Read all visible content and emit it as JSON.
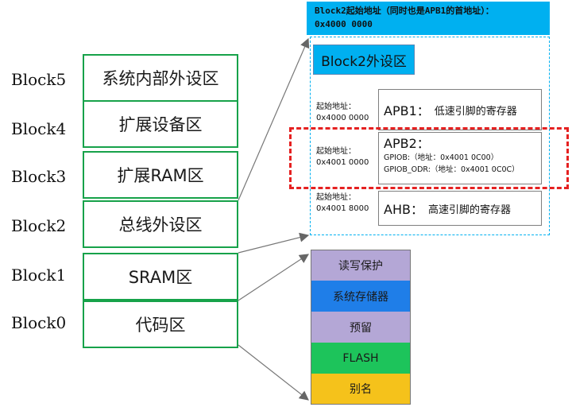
{
  "left_labels": [
    "Block5",
    "Block4",
    "Block3",
    "Block2",
    "Block1",
    "Block0"
  ],
  "memory_map": [
    "系统内部外设区",
    "扩展设备区",
    "扩展RAM区",
    "总线外设区",
    "SRAM区",
    "代码区"
  ],
  "header": {
    "line1": "Block2起始地址（同时也是APB1的首地址）：",
    "line2": "0x4000 0000"
  },
  "block2_title": "Block2外设区",
  "apb1": {
    "addr_label": "起始地址：",
    "addr_value": "0x4000 0000",
    "title": "APB1：",
    "desc": "低速引脚的寄存器"
  },
  "apb2": {
    "addr_label": "起始地址：",
    "addr_value": "0x4001 0000",
    "title": "APB2：",
    "line1": "GPIOB:（地址：0x4001 0C00）",
    "line2": "GPIOB_ODR:（地址：0x4001 0C0C）"
  },
  "ahb": {
    "addr_label": "起始地址：",
    "addr_value": "0x4001 8000",
    "title": "AHB：",
    "desc": "高速引脚的寄存器"
  },
  "code_stack": [
    {
      "label": "读写保护",
      "color": "#b4a7d6"
    },
    {
      "label": "系统存储器",
      "color": "#1f7ee8"
    },
    {
      "label": "预留",
      "color": "#b4a7d6"
    },
    {
      "label": "FLASH",
      "color": "#1dc45b"
    },
    {
      "label": "别名",
      "color": "#f5c21b"
    }
  ]
}
